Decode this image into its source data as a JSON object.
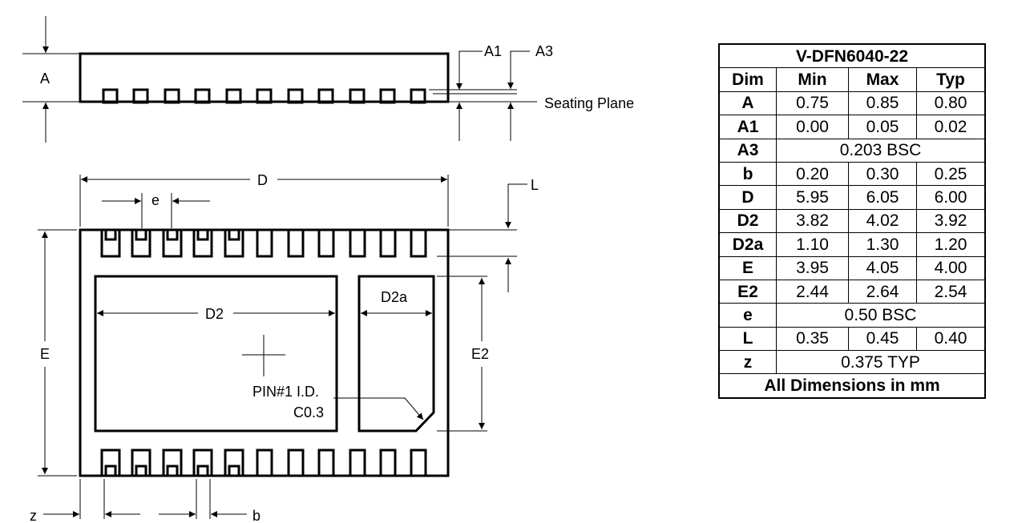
{
  "diagram": {
    "labels": {
      "A": "A",
      "A1": "A1",
      "A3": "A3",
      "seating_plane": "Seating Plane",
      "D": "D",
      "e": "e",
      "L": "L",
      "E": "E",
      "D2": "D2",
      "D2a": "D2a",
      "E2": "E2",
      "pin1": "PIN#1 I.D.",
      "chamfer": "C0.3",
      "z": "z",
      "b": "b"
    }
  },
  "table": {
    "title": "V-DFN6040-22",
    "headers": [
      "Dim",
      "Min",
      "Max",
      "Typ"
    ],
    "rows": [
      {
        "dim": "A",
        "min": "0.75",
        "max": "0.85",
        "typ": "0.80"
      },
      {
        "dim": "A1",
        "min": "0.00",
        "max": "0.05",
        "typ": "0.02"
      },
      {
        "dim": "A3",
        "span": "0.203 BSC"
      },
      {
        "dim": "b",
        "min": "0.20",
        "max": "0.30",
        "typ": "0.25"
      },
      {
        "dim": "D",
        "min": "5.95",
        "max": "6.05",
        "typ": "6.00"
      },
      {
        "dim": "D2",
        "min": "3.82",
        "max": "4.02",
        "typ": "3.92"
      },
      {
        "dim": "D2a",
        "min": "1.10",
        "max": "1.30",
        "typ": "1.20"
      },
      {
        "dim": "E",
        "min": "3.95",
        "max": "4.05",
        "typ": "4.00"
      },
      {
        "dim": "E2",
        "min": "2.44",
        "max": "2.64",
        "typ": "2.54"
      },
      {
        "dim": "e",
        "span": "0.50 BSC"
      },
      {
        "dim": "L",
        "min": "0.35",
        "max": "0.45",
        "typ": "0.40"
      },
      {
        "dim": "z",
        "span": "0.375 TYP"
      }
    ],
    "footer": "All Dimensions in mm"
  }
}
